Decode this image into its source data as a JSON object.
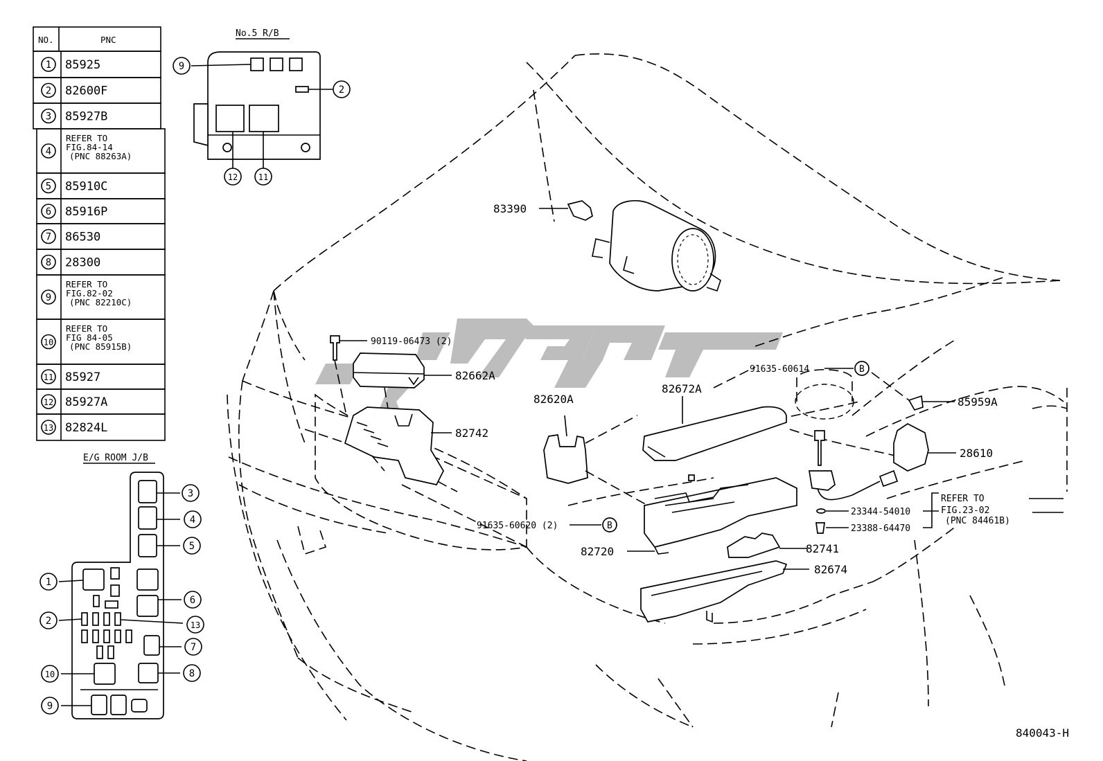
{
  "table": {
    "header_no": "NO.",
    "header_pnc": "PNC",
    "rows": [
      {
        "no": "1",
        "pnc": [
          "85925"
        ]
      },
      {
        "no": "2",
        "pnc": [
          "82600F"
        ]
      },
      {
        "no": "3",
        "pnc": [
          "85927B"
        ]
      },
      {
        "no": "4",
        "pnc": [
          "REFER TO",
          "FIG.84-14",
          "(PNC 88263A)"
        ]
      },
      {
        "no": "5",
        "pnc": [
          "85910C"
        ]
      },
      {
        "no": "6",
        "pnc": [
          "85916P"
        ]
      },
      {
        "no": "7",
        "pnc": [
          "86530"
        ]
      },
      {
        "no": "8",
        "pnc": [
          "28300"
        ]
      },
      {
        "no": "9",
        "pnc": [
          "REFER TO",
          "FIG.82-02",
          "(PNC 82210C)"
        ]
      },
      {
        "no": "10",
        "pnc": [
          "REFER TO",
          "FIG 84-05",
          "(PNC 85915B)"
        ]
      },
      {
        "no": "11",
        "pnc": [
          "85927"
        ]
      },
      {
        "no": "12",
        "pnc": [
          "85927A"
        ]
      },
      {
        "no": "13",
        "pnc": [
          "82824L"
        ]
      }
    ]
  },
  "no5_rb": {
    "title": "No.5 R/B",
    "callouts": [
      "9",
      "2",
      "12",
      "11"
    ]
  },
  "eg_room_jb": {
    "title": "E/G ROOM J/B",
    "callouts_right": [
      "3",
      "4",
      "5",
      "6",
      "13",
      "7",
      "8"
    ],
    "callouts_left": [
      "1",
      "2",
      "10",
      "9"
    ]
  },
  "parts": {
    "p83390": "83390",
    "p90119": "90119-06473 (2)",
    "p82662A": "82662A",
    "p82742": "82742",
    "p82620A": "82620A",
    "p82672A": "82672A",
    "p91635_60614": "91635-60614",
    "p85959A": "85959A",
    "p28610": "28610",
    "p91635_60620": "91635-60620 (2)",
    "p82720": "82720",
    "p82741": "82741",
    "p82674": "82674",
    "p23344": "23344-54010",
    "p23388": "23388-64470",
    "ref_line1": "REFER TO",
    "ref_line2": "FIG.23-02",
    "ref_line3": "(PNC 84461B)",
    "ref_b": "B"
  },
  "figure_id": "840043-H"
}
